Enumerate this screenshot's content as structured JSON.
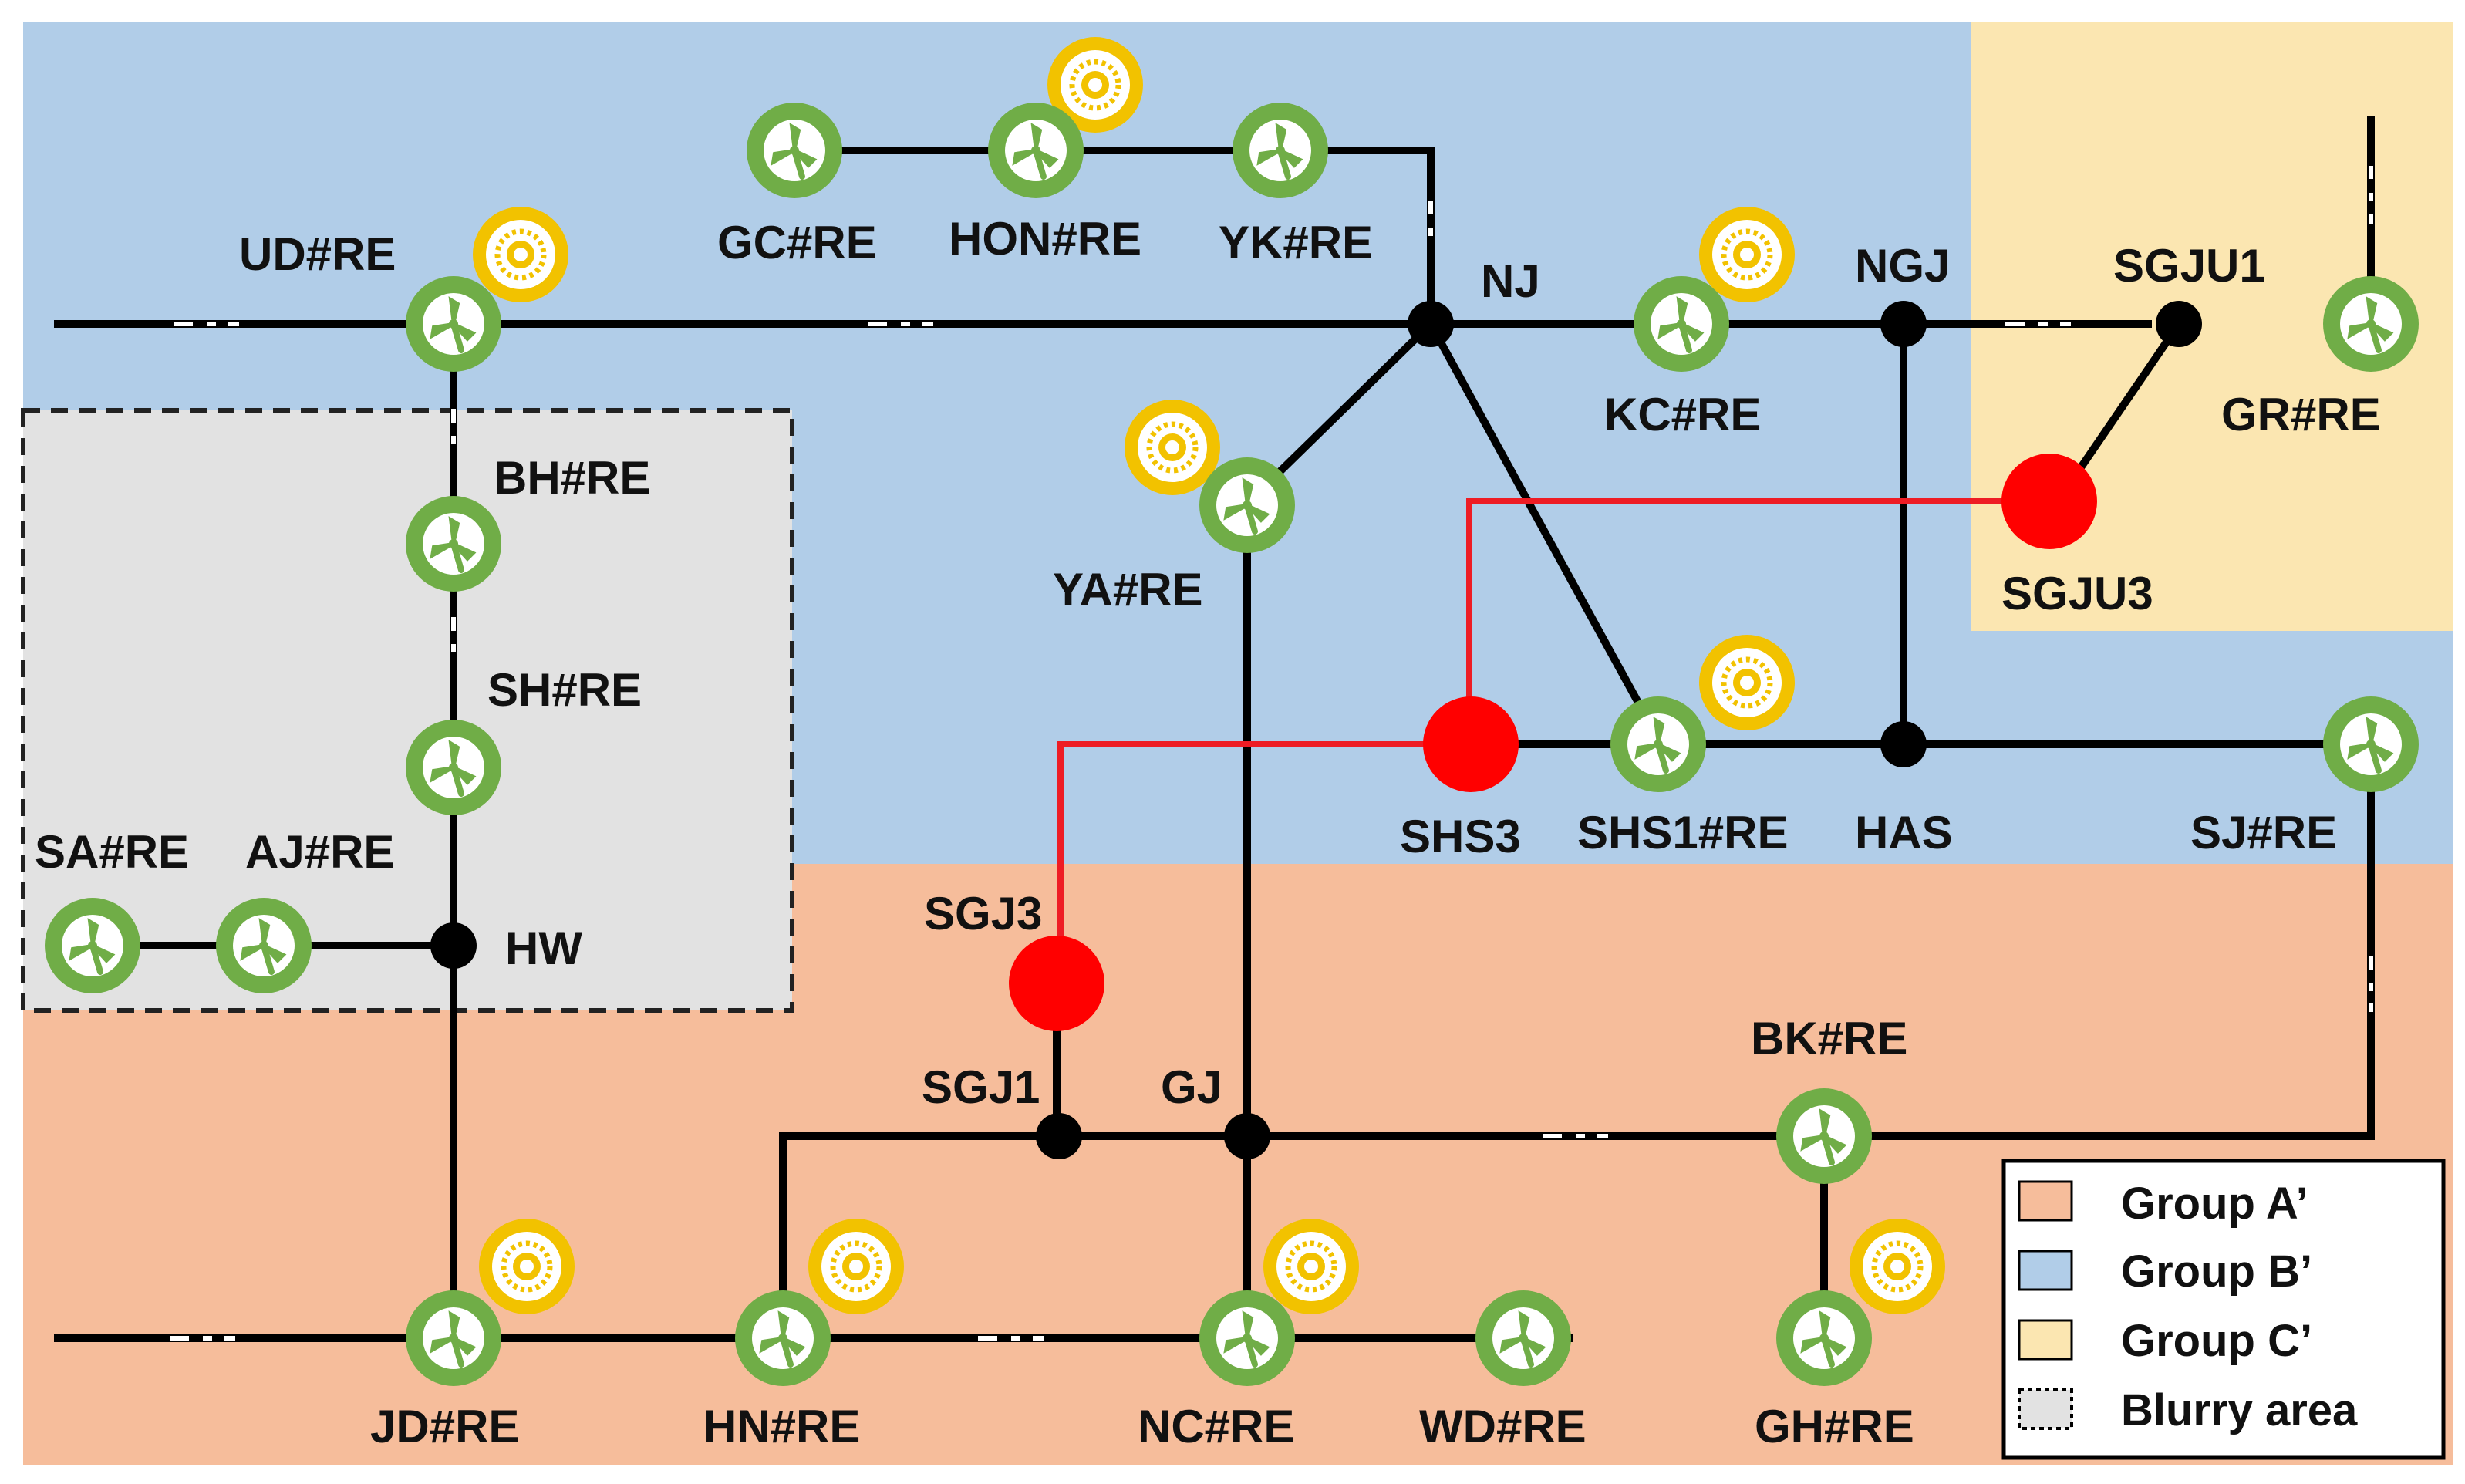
{
  "colors": {
    "group_a": "#f6bd9b",
    "group_b": "#b1cde8",
    "group_c": "#fbe6b1",
    "blurry": "#e2e2e2",
    "line": "#000000",
    "highlight_line": "#ee1c24",
    "substation_new": "#ff0000",
    "wind": "#70ad47",
    "solar": "#f2c200"
  },
  "legend": {
    "group_a": "Group A’",
    "group_b": "Group B’",
    "group_c": "Group C’",
    "blurry": "Blurry area"
  },
  "buses": {
    "nj": "NJ",
    "ngj": "NGJ",
    "sgju1": "SGJU1",
    "sgju3": "SGJU3",
    "shs3": "SHS3",
    "has": "HAS",
    "hw": "HW",
    "sgj3": "SGJ3",
    "sgj1": "SGJ1",
    "gj": "GJ"
  },
  "plants": {
    "ud": "UD#RE",
    "gc": "GC#RE",
    "hon": "HON#RE",
    "yk": "YK#RE",
    "kc": "KC#RE",
    "gr": "GR#RE",
    "bh": "BH#RE",
    "sh": "SH#RE",
    "sa": "SA#RE",
    "aj": "AJ#RE",
    "ya": "YA#RE",
    "shs1": "SHS1#RE",
    "sj": "SJ#RE",
    "bk": "BK#RE",
    "jd": "JD#RE",
    "hn": "HN#RE",
    "nc": "NC#RE",
    "wd": "WD#RE",
    "gh": "GH#RE"
  },
  "icons": {
    "wind": "wind-turbine-icon",
    "solar": "solar-icon",
    "bus": "bus-node-icon",
    "new_substation": "red-substation-icon"
  }
}
